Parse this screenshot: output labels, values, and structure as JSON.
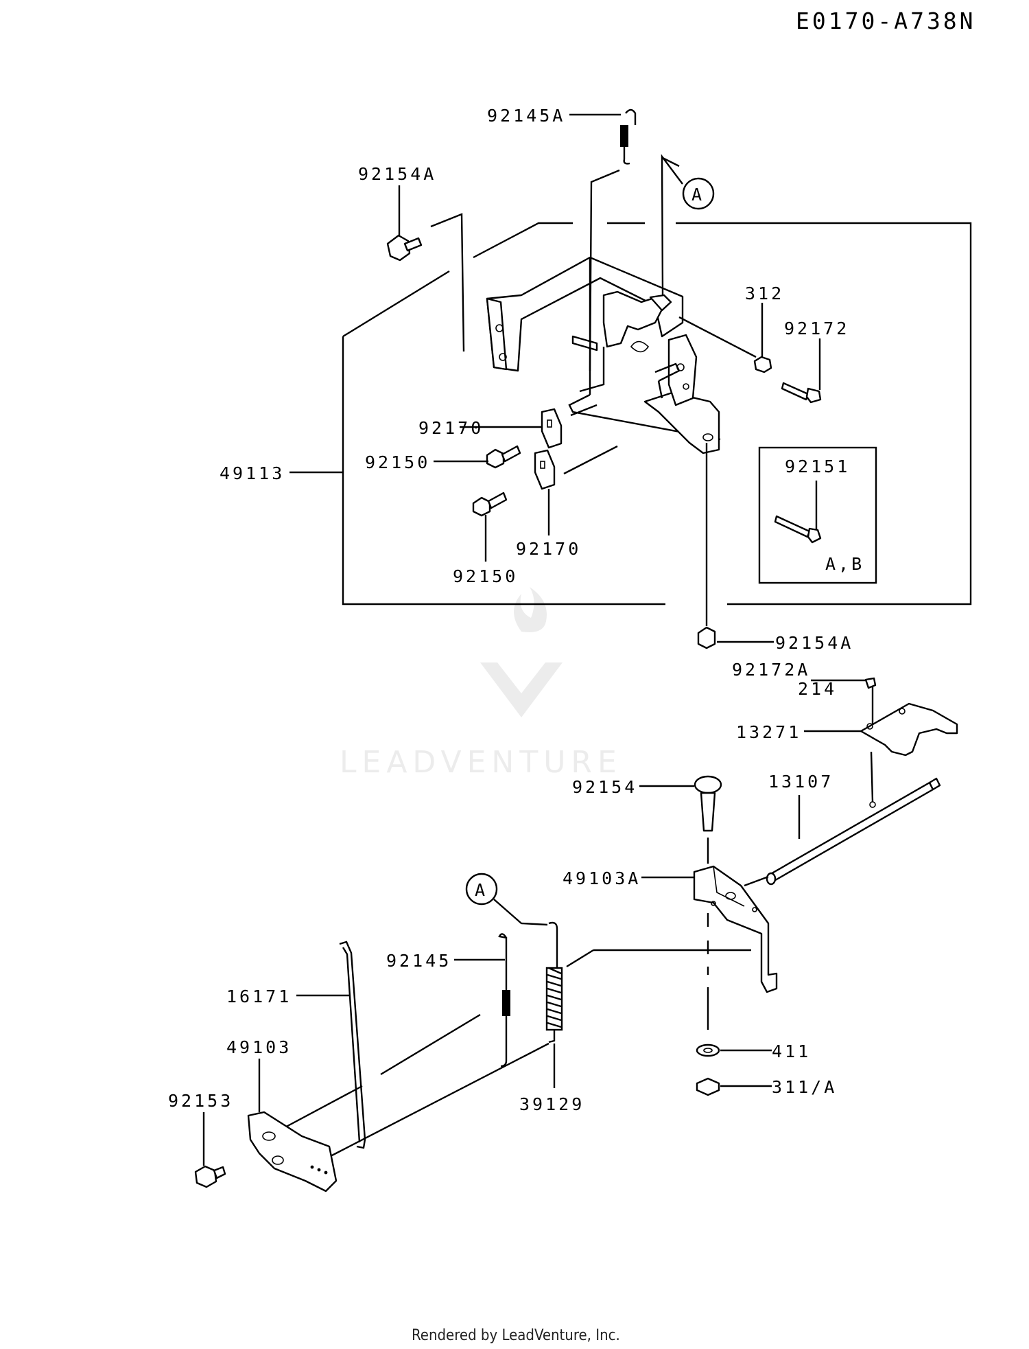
{
  "diagram_code": "E0170-A738N",
  "footer": "Rendered by LeadVenture, Inc.",
  "watermark": "LEADVENTURE",
  "callouts": {
    "ref_a_top": "A",
    "ref_a_bottom": "A"
  },
  "inset_note": "A,B",
  "parts": {
    "p92145A": "92145A",
    "p92154A_top": "92154A",
    "p312": "312",
    "p92172": "92172",
    "p92170_top": "92170",
    "p92150_left": "92150",
    "p49113": "49113",
    "p92151": "92151",
    "p92150_bottom": "92150",
    "p92170_bottom": "92170",
    "p92154A_mid": "92154A",
    "p92172A": "92172A",
    "p214": "214",
    "p13271": "13271",
    "p92154": "92154",
    "p13107": "13107",
    "p49103A": "49103A",
    "p92145": "92145",
    "p16171": "16171",
    "p49103": "49103",
    "p92153": "92153",
    "p39129": "39129",
    "p411": "411",
    "p311A": "311/A"
  }
}
